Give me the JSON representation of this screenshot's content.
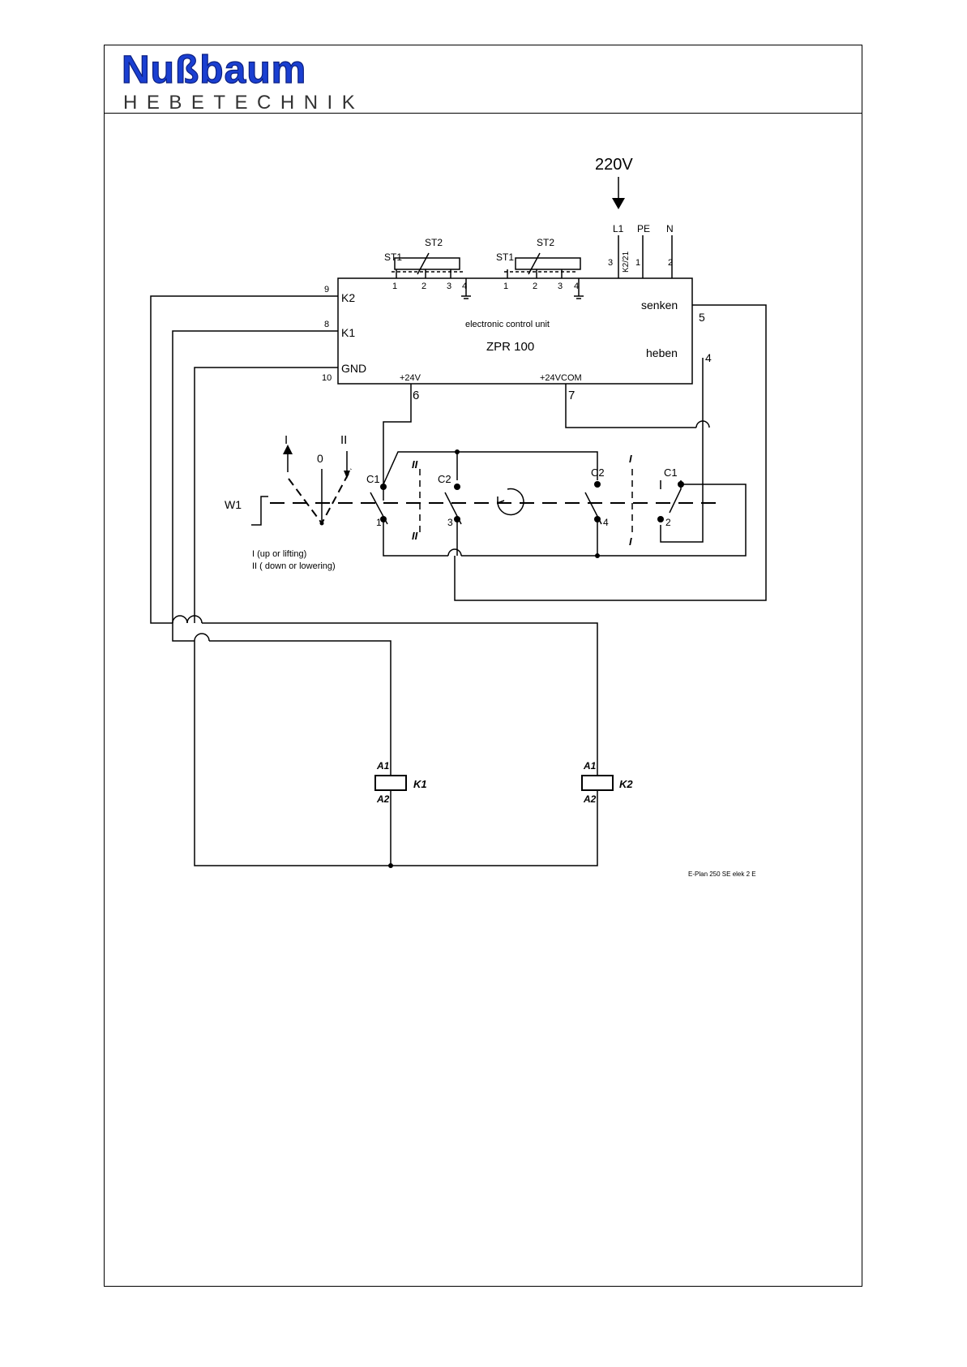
{
  "logo": {
    "wordmark": "Nußbaum",
    "subtitle": "HEBETECHNIK",
    "brand_color": "#1a3fd1"
  },
  "supply": {
    "voltage": "220V",
    "l1": "L1",
    "pe": "PE",
    "n": "N",
    "k2_21": "K2/21",
    "pin_l1": "3",
    "pin_pe": "1",
    "pin_n": "2"
  },
  "sensor_left": {
    "st1": "ST1",
    "st2": "ST2",
    "pins": [
      "1",
      "2",
      "3",
      "4"
    ]
  },
  "sensor_right": {
    "st1": "ST1",
    "st2": "ST2",
    "pins": [
      "1",
      "2",
      "3",
      "4"
    ]
  },
  "control_unit": {
    "label": "electronic control unit",
    "model": "ZPR 100",
    "k2": "K2",
    "k1": "K1",
    "gnd": "GND",
    "pin_k2": "9",
    "pin_k1": "8",
    "pin_gnd": "10",
    "senken": "senken",
    "heben": "heben",
    "pin_senken": "5",
    "pin_heben": "4",
    "plus24v": "+24V",
    "plus24vcom": "+24VCOM",
    "pin_24v": "6",
    "pin_24vcom": "7"
  },
  "selector": {
    "w1": "W1",
    "pos_up": "I",
    "pos_zero": "0",
    "pos_down": "II",
    "legend_up": "I (up or lifting)",
    "legend_down": "II ( down or lowering)"
  },
  "contacts": {
    "c1_left": "C1",
    "c2_left": "C2",
    "c2_right": "C2",
    "c1_right": "C1",
    "num_1": "1",
    "num_3": "3",
    "num_4": "4",
    "num_2": "2",
    "mark_ii_top": "II",
    "mark_ii_bottom": "II",
    "mark_i_top": "I",
    "mark_i_bottom": "I"
  },
  "relays": {
    "k1_name": "K1",
    "k2_name": "K2",
    "k1_a1": "A1",
    "k1_a2": "A2",
    "k2_a1": "A1",
    "k2_a2": "A2"
  },
  "footer": {
    "plan_id": "E-Plan 250 SE elek 2 E"
  }
}
